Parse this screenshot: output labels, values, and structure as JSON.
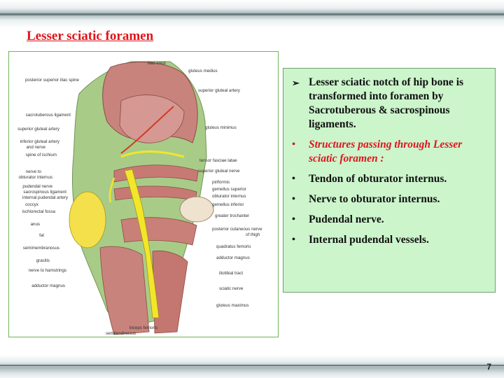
{
  "slide": {
    "title": "Lesser sciatic foramen",
    "page_number": "7"
  },
  "figure": {
    "labels_left": [
      "posterior superior iliac spine",
      "sacrotuberous ligament",
      "superior gluteal artery",
      "inferior gluteal artery",
      "and nerve",
      "spine of ischium",
      "nerve to",
      "obturator internus",
      "pudendal nerve",
      "sacrospinous ligament",
      "internal pudendal artery",
      "coccyx",
      "ischiorectal fossa",
      "anus",
      "fat",
      "semimembranosus",
      "gracilis",
      "nerve to hamstrings",
      "adductor magnus"
    ],
    "labels_right": [
      "iliac crest",
      "gluteus medius",
      "superior gluteal artery",
      "gluteus minimus",
      "tensor fasciae latae",
      "superior gluteal nerve",
      "piriformis",
      "gemellus superior",
      "obturator internus",
      "gemellus inferior",
      "greater trochanter",
      "posterior cutaneous nerve",
      "of thigh",
      "quadratus femoris",
      "adductor magnus",
      "iliotibial tract",
      "sciatic nerve",
      "gluteus maximus"
    ],
    "labels_bottom": [
      "biceps femoris",
      "semitendinosus"
    ]
  },
  "points": [
    {
      "marker": "➢",
      "text": "Lesser sciatic notch of hip bone is transformed into foramen by Sacrotuberous & sacrospinous ligaments."
    },
    {
      "marker": "•",
      "text": "Structures passing through Lesser sciatic foramen :"
    },
    {
      "marker": "•",
      "text": "Tendon of obturator internus."
    },
    {
      "marker": "•",
      "text": "Nerve to obturator internus."
    },
    {
      "marker": "•",
      "text": "Pudendal  nerve."
    },
    {
      "marker": "•",
      "text": "Internal pudendal vessels."
    }
  ],
  "colors": {
    "title": "#e0141b",
    "text_box_bg": "#ccf5cc",
    "muscle": "#c9837d",
    "ligament": "#a8cc88",
    "nerve": "#f2e62a",
    "fat": "#f3e04a"
  }
}
